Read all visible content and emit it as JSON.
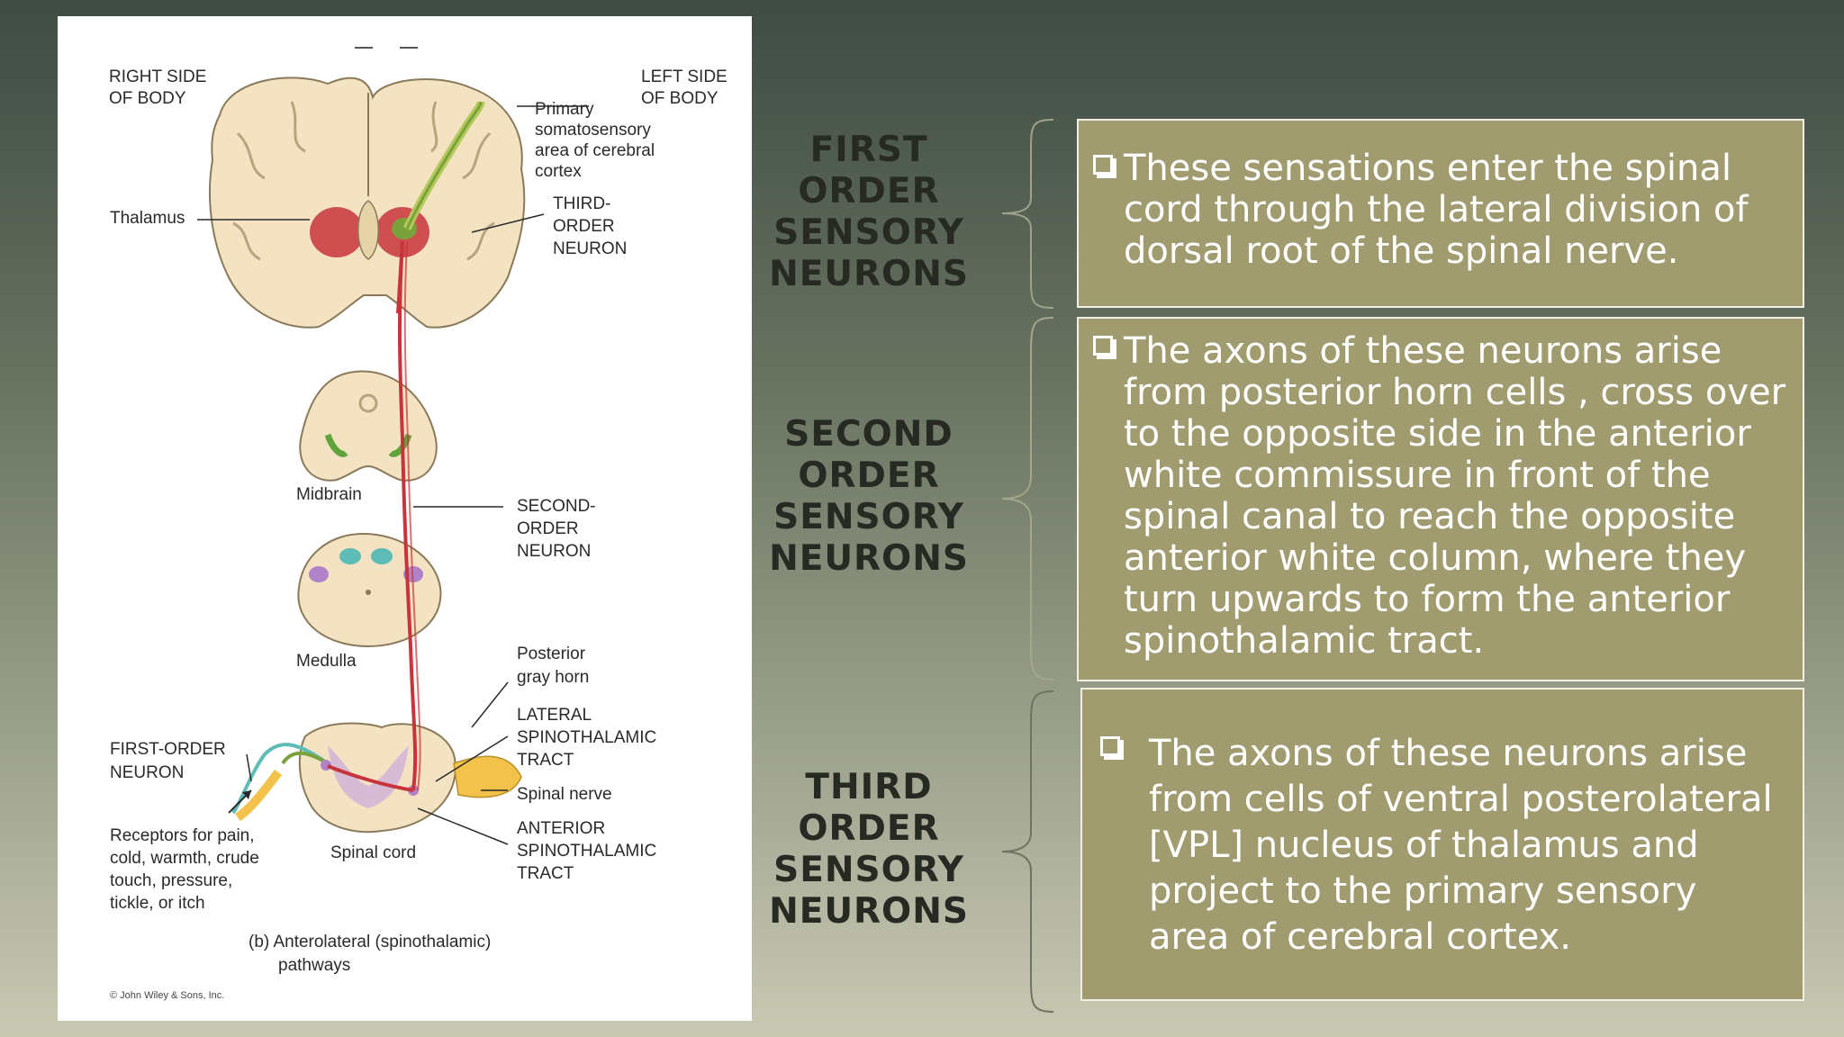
{
  "figure": {
    "labels": {
      "right_side": "RIGHT SIDE\nOF BODY",
      "left_side": "LEFT SIDE\nOF BODY",
      "primary_cortex": "Primary\nsomatosensory\narea of cerebral\ncortex",
      "thalamus": "Thalamus",
      "third_order": "THIRD-\nORDER\nNEURON",
      "midbrain": "Midbrain",
      "second_order": "SECOND-\nORDER\nNEURON",
      "medulla": "Medulla",
      "posterior_gray_horn": "Posterior\ngray horn",
      "lateral_tract": "LATERAL\nSPINOTHALAMIC\nTRACT",
      "first_order": "FIRST-ORDER\nNEURON",
      "spinal_nerve": "Spinal nerve",
      "anterior_tract": "ANTERIOR\nSPINOTHALAMIC\nTRACT",
      "receptors": "Receptors for pain,\ncold, warmth, crude\ntouch, pressure,\ntickle, or itch",
      "spinal_cord": "Spinal cord",
      "caption_line1": "(b)  Anterolateral (spinothalamic)",
      "caption_line2": "pathways",
      "copyright": "© John Wiley & Sons, Inc."
    }
  },
  "sections": [
    {
      "heading": "FIRST\nORDER\nSENSORY\nNEURONS",
      "text": "These sensations enter the spinal cord through the lateral division of dorsal root of the spinal nerve."
    },
    {
      "heading": "SECOND\nORDER\nSENSORY\nNEURONS",
      "text": "The axons of these neurons arise from posterior horn cells , cross over to the opposite side in the anterior white commissure in front of the spinal canal to reach the opposite anterior white column, where they turn upwards to form the anterior spinothalamic tract."
    },
    {
      "heading": "THIRD\nORDER\nSENSORY\nNEURONS",
      "text": "The axons of these neurons arise from cells of ventral posterolateral [VPL] nucleus of thalamus and project to the primary sensory area of cerebral cortex."
    }
  ],
  "colors": {
    "box_fill": "#a19c6f",
    "box_border": "#f2f0e4",
    "heading_text": "#262a22",
    "tract_red": "#c8343c"
  }
}
